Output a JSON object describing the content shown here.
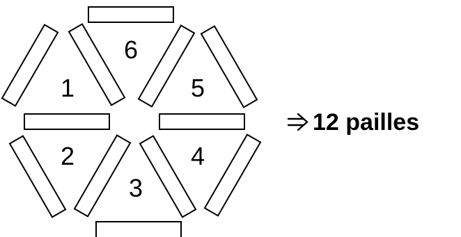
{
  "triangles": [
    {
      "label": "1"
    },
    {
      "label": "2"
    },
    {
      "label": "3"
    },
    {
      "label": "4"
    },
    {
      "label": "5"
    },
    {
      "label": "6"
    }
  ],
  "result": {
    "arrow_symbol": "⇒",
    "text": "12 pailles"
  }
}
